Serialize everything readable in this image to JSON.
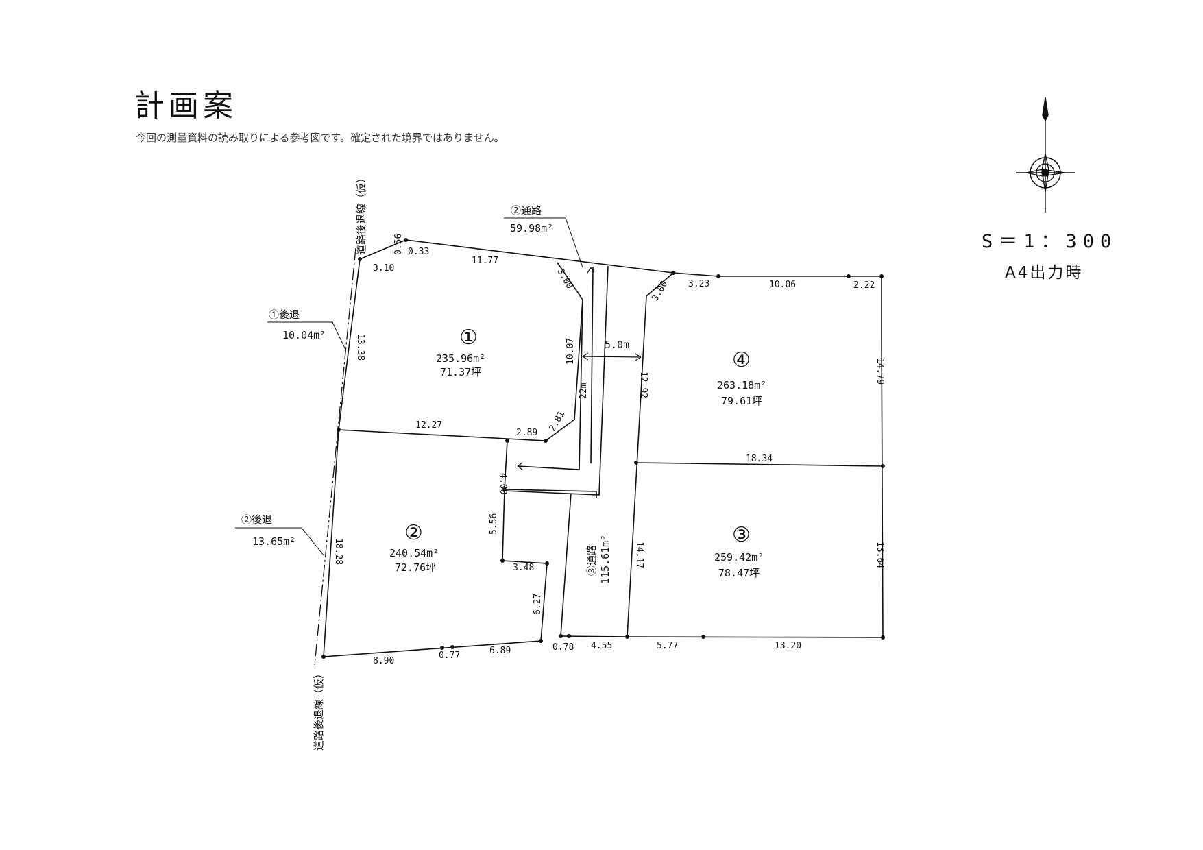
{
  "title": "計画案",
  "note": "今回の測量資料の読み取りによる参考図です。確定された境界ではありません。",
  "scale": "S＝1：300",
  "output": "A4出力時",
  "setback_line_label": "道路後退線（仮）",
  "road_width": "5.0m",
  "lots": [
    {
      "num": "①",
      "area_m2": "235.96m²",
      "area_tsubo": "71.37坪"
    },
    {
      "num": "②",
      "area_m2": "240.54m²",
      "area_tsubo": "72.76坪"
    },
    {
      "num": "③",
      "area_m2": "259.42m²",
      "area_tsubo": "78.47坪"
    },
    {
      "num": "④",
      "area_m2": "263.18m²",
      "area_tsubo": "79.61坪"
    }
  ],
  "callouts": {
    "road2": {
      "label": "②通路",
      "value": "59.98m²"
    },
    "setback1": {
      "label": "①後退",
      "value": "10.04m²"
    },
    "setback2": {
      "label": "②後退",
      "value": "13.65m²"
    },
    "road3": {
      "label": "③通路",
      "value": "115.61m²"
    }
  },
  "dims": {
    "d056": "0.56",
    "d033": "0.33",
    "d1177": "11.77",
    "d310": "3.10",
    "d300a": "3.00",
    "d1338": "13.38",
    "d1007": "10.07",
    "d22m": "22m",
    "d1227": "12.27",
    "d289": "2.89",
    "d281": "2.81",
    "d400": "4.00",
    "d556": "5.56",
    "d1828": "18.28",
    "d348": "3.48",
    "d627": "6.27",
    "d890": "8.90",
    "d077": "0.77",
    "d689": "6.89",
    "d078": "0.78",
    "d455": "4.55",
    "d577": "5.77",
    "d1320": "13.20",
    "d1417": "14.17",
    "d1364": "13.64",
    "d1834": "18.34",
    "d1292": "12.92",
    "d300b": "3.00",
    "d323": "3.23",
    "d1006": "10.06",
    "d222": "2.22",
    "d1479": "14.79"
  }
}
